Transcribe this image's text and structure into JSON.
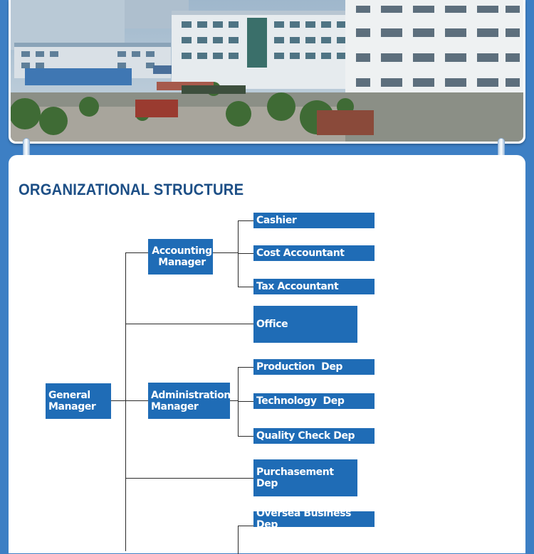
{
  "header": {
    "photo_label": "office park buildings photo"
  },
  "section": {
    "title": "ORGANIZATIONAL STRUCTURE"
  },
  "org_chart": {
    "root": "General Manager",
    "managers": {
      "accounting": "Accounting Manager",
      "administration": "Administration Manager"
    },
    "accounting_reports": [
      "Cashier",
      "Cost Accountant",
      "Tax Accountant"
    ],
    "office": "Office",
    "administration_reports": [
      "Production  Dep",
      "Technology  Dep",
      "Quality Check Dep"
    ],
    "purchasement": "Purchasement Dep",
    "oversea": "Oversea Business Dep"
  },
  "colors": {
    "background": "#3d7fc4",
    "node": "#1f6cb6",
    "title": "#1d4f86"
  }
}
